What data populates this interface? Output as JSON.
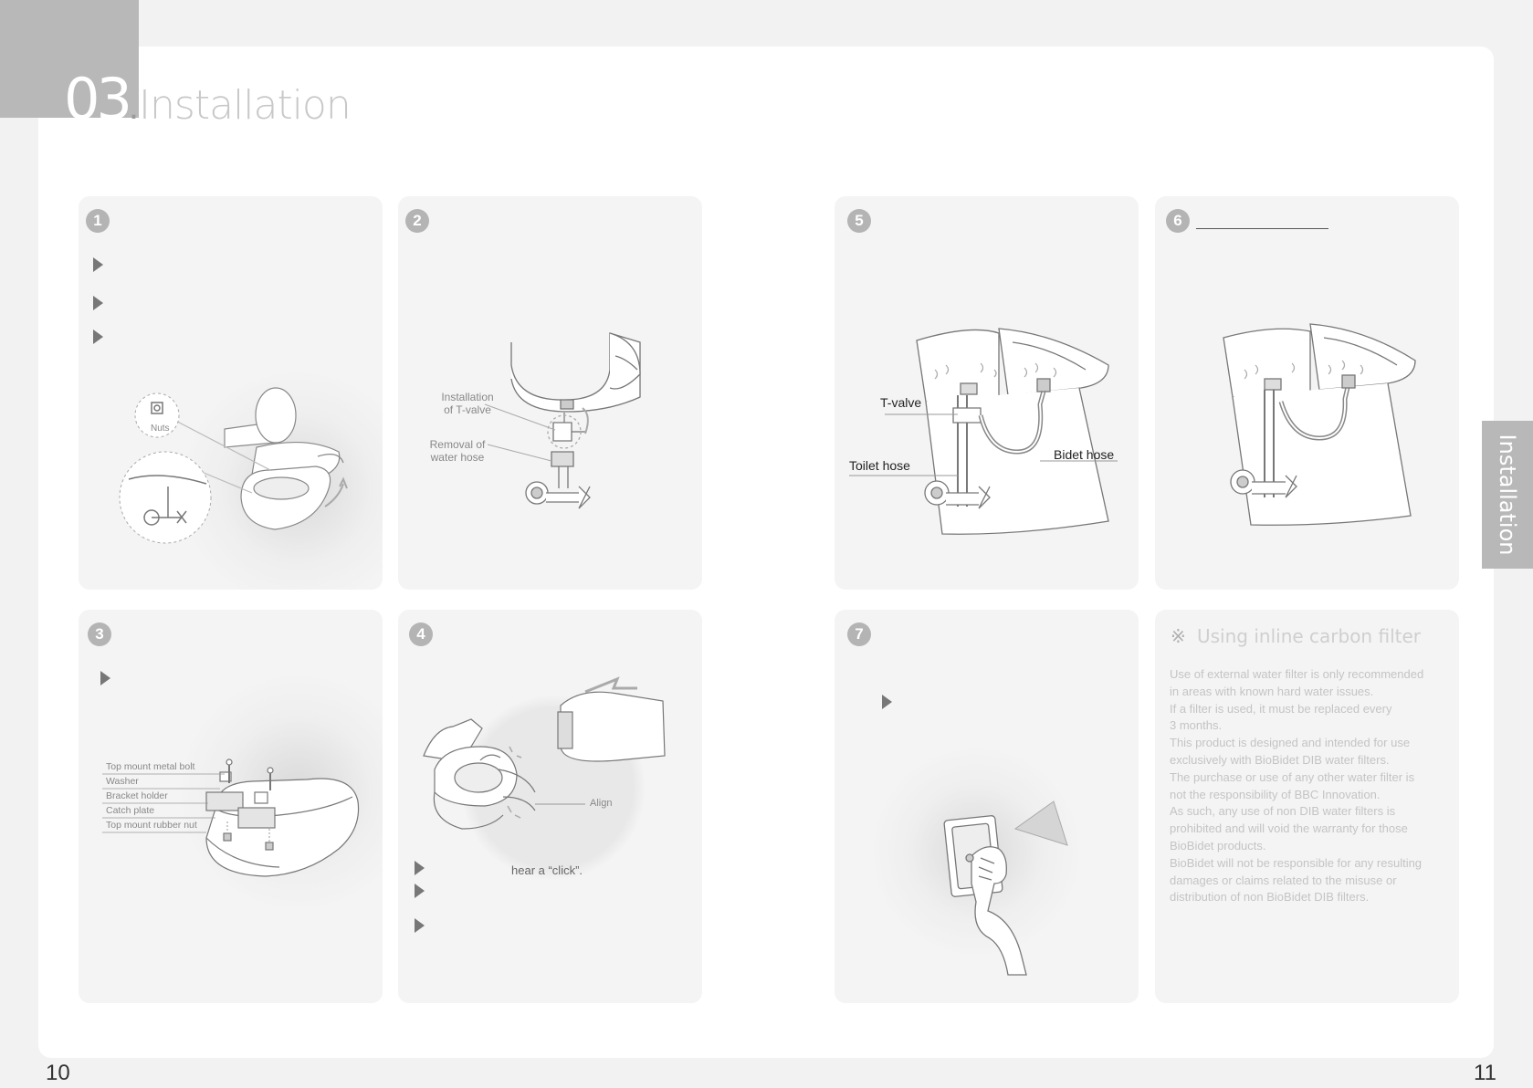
{
  "header": {
    "section_number": "03",
    "section_dot": ".",
    "section_title": "Installation"
  },
  "side_tab": {
    "label": "Installation"
  },
  "page_numbers": {
    "left": "10",
    "right": "11"
  },
  "steps": {
    "s1": {
      "number": "1",
      "labels": {
        "nuts": "Nuts"
      }
    },
    "s2": {
      "number": "2",
      "labels": {
        "tvalve": "Installation\nof T-valve",
        "hose": "Removal of\nwater hose"
      }
    },
    "s3": {
      "number": "3",
      "labels": {
        "bolt": "Top mount metal bolt",
        "washer": "Washer",
        "bracket": "Bracket holder",
        "catch": "Catch plate",
        "nut": "Top mount rubber nut"
      }
    },
    "s4": {
      "number": "4",
      "labels": {
        "align": "Align",
        "click": "hear a “click”."
      }
    },
    "s5": {
      "number": "5",
      "labels": {
        "tvalve": "T-valve",
        "toilet_hose": "Toilet hose",
        "bidet_hose": "Bidet hose"
      }
    },
    "s6": {
      "number": "6"
    },
    "s7": {
      "number": "7"
    }
  },
  "filter_note": {
    "mark": "※",
    "title": "Using inline carbon filter",
    "lines": [
      "Use of external water filter is only recommended",
      "in areas with known hard water issues.",
      "If a filter is used, it must be replaced every",
      "3 months.",
      "This product is designed and intended for use",
      "exclusively with BioBidet DIB water filters.",
      "The purchase or use of any other water filter is",
      "not the responsibility of BBC Innovation.",
      "As such, any use of non DIB water filters is",
      "prohibited and will void the warranty for those",
      "BioBidet products.",
      "BioBidet will not be responsible for any resulting",
      "damages or claims related to the misuse or",
      "distribution of non BioBidet DIB filters."
    ]
  }
}
